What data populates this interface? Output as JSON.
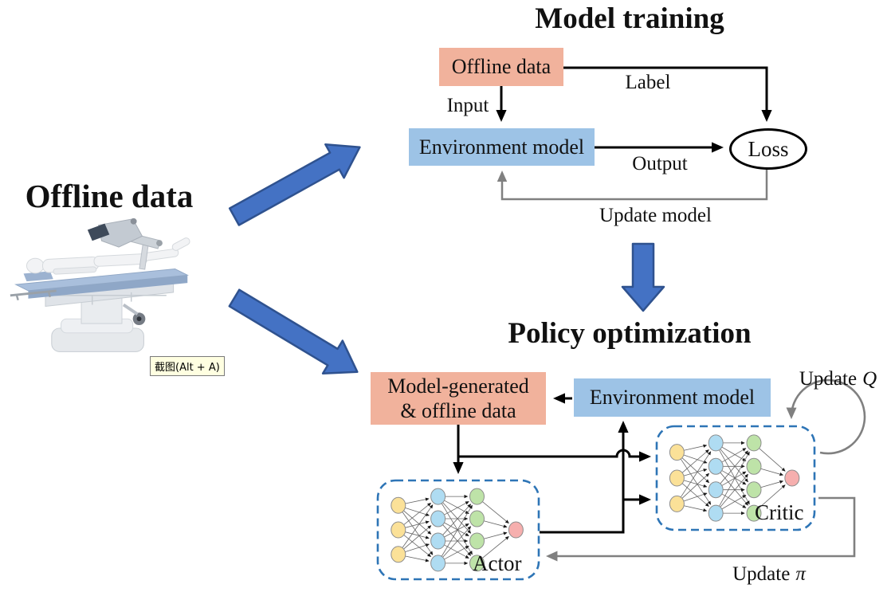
{
  "left_panel": {
    "heading": "Offline data",
    "screenshot_tooltip": "截图(Alt + A)"
  },
  "model_training": {
    "title": "Model training",
    "offline_data_box": "Offline data",
    "environment_model_box": "Environment model",
    "loss_node": "Loss",
    "input_label": "Input",
    "label_label": "Label",
    "output_label": "Output",
    "update_model_label": "Update model"
  },
  "policy_optimization": {
    "title": "Policy optimization",
    "data_box": {
      "line1": "Model-generated",
      "line2": "& offline data"
    },
    "environment_model_box": "Environment model",
    "actor_label": "Actor",
    "critic_label": "Critic",
    "update_q": {
      "prefix": "Update",
      "symbol": "Q"
    },
    "update_pi": {
      "prefix": "Update",
      "symbol": "π"
    }
  },
  "network": {
    "layers": [
      3,
      4,
      4,
      1
    ],
    "layer_colors": [
      "#FBE198",
      "#AFDCF2",
      "#BEE3A8",
      "#F6AFAE"
    ],
    "node_stroke": "#8C8C8C",
    "edge_color": "#666666"
  },
  "colors": {
    "salmon_box": "#F1B29C",
    "blue_box": "#9DC3E6",
    "block_arrow_fill": "#4472C4",
    "block_arrow_stroke": "#2F528F",
    "dashed_border": "#2E75B6",
    "gray_line": "#808080",
    "black_line": "#000000",
    "tooltip_bg": "#FFFFE1"
  }
}
